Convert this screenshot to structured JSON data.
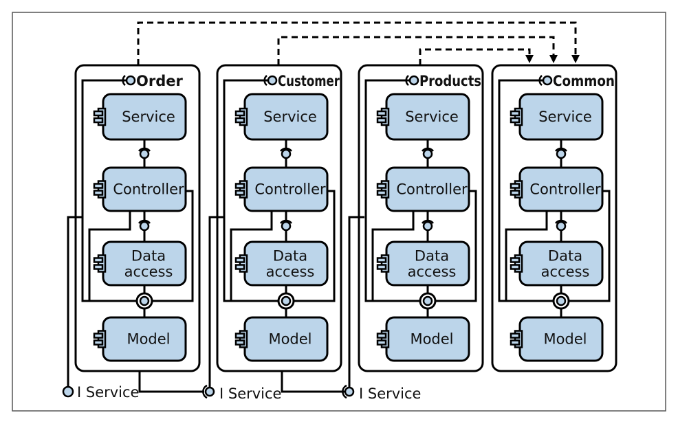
{
  "colors": {
    "component_fill": "#bcd5ea",
    "line": "#000000",
    "frame_border": "#555555"
  },
  "modules": [
    {
      "title": "Order",
      "components": [
        "Service",
        "Controller",
        "Data access",
        "Model"
      ]
    },
    {
      "title": "Customer",
      "components": [
        "Service",
        "Controller",
        "Data access",
        "Model"
      ]
    },
    {
      "title": "Products",
      "components": [
        "Service",
        "Controller",
        "Data access",
        "Model"
      ]
    },
    {
      "title": "Common",
      "components": [
        "Service",
        "Controller",
        "Data access",
        "Model"
      ]
    }
  ],
  "interfaces": [
    {
      "label": "I Service",
      "kind": "provided"
    },
    {
      "label": "I Service",
      "kind": "required"
    },
    {
      "label": "I Service",
      "kind": "required"
    }
  ],
  "dependencies": [
    {
      "from": "Order",
      "to": "Common"
    },
    {
      "from": "Customer",
      "to": "Common"
    },
    {
      "from": "Products",
      "to": "Common"
    }
  ]
}
